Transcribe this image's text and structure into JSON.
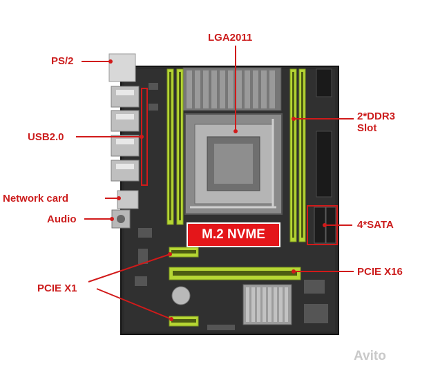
{
  "labels": {
    "lga": "LGA2011",
    "ps2": "PS/2",
    "usb": "USB2.0",
    "ddr_line1": "2*DDR3",
    "ddr_line2": "Slot",
    "network": "Network card",
    "audio": "Audio",
    "sata": "4*SATA",
    "nvme": "M.2 NVME",
    "pcie_x16": "PCIE X16",
    "pcie_x1": "PCIE X1"
  },
  "watermark": "Avito",
  "colors": {
    "label": "#cc1d1d",
    "board": "#2a2a2a",
    "dimm_slot": "#b6d634",
    "nvme_box": "#e4161a"
  }
}
